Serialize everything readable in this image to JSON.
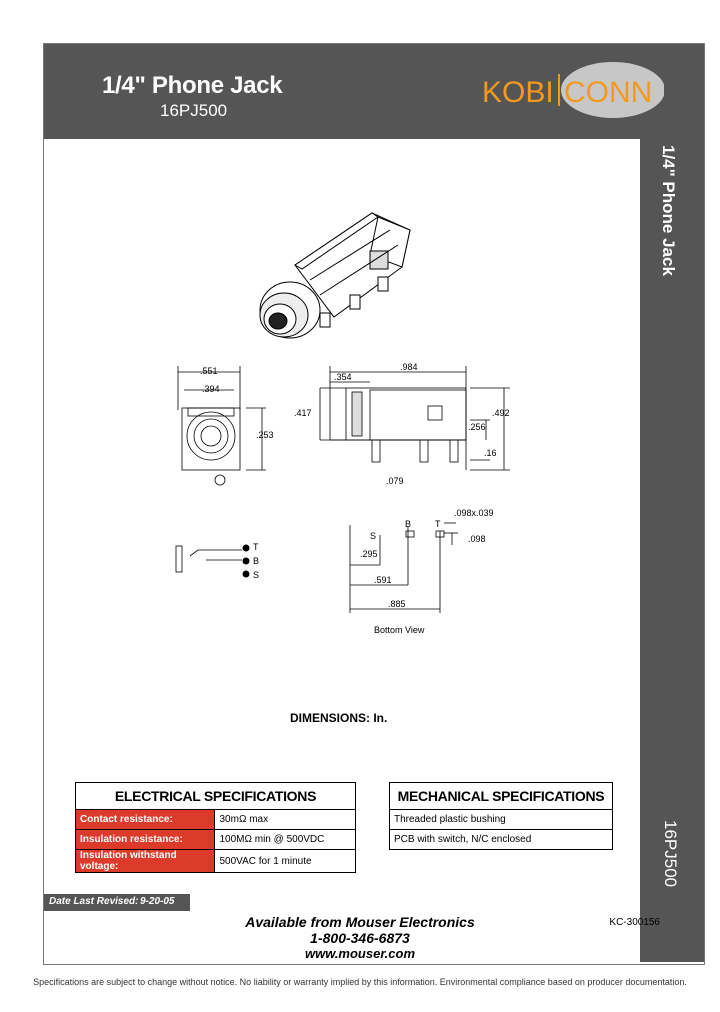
{
  "header": {
    "title": "1/4\" Phone Jack",
    "part_number": "16PJ500",
    "logo_left": "KOBI",
    "logo_right": "CONN"
  },
  "sidebar": {
    "title": "1/4\" Phone Jack",
    "part_number": "16PJ500"
  },
  "drawing": {
    "front_dims": [
      ".551",
      ".394",
      ".253"
    ],
    "side_dims": [
      ".984",
      ".354",
      ".417",
      ".492",
      ".256",
      ".16",
      ".079"
    ],
    "schematic_labels": [
      "T",
      "B",
      "S"
    ],
    "bottom_dims": [
      ".098x.039",
      ".098",
      ".295",
      ".591",
      ".885"
    ],
    "bottom_labels": [
      "S",
      "B",
      "T"
    ],
    "bottom_caption": "Bottom View",
    "dimensions_label": "DIMENSIONS: In."
  },
  "electrical": {
    "title": "ELECTRICAL SPECIFICATIONS",
    "rows": [
      {
        "label": "Contact resistance:",
        "value": "30mΩ max"
      },
      {
        "label": "Insulation resistance:",
        "value": "100MΩ min @ 500VDC"
      },
      {
        "label": "Insulation withstand voltage:",
        "value": "500VAC for 1 minute"
      }
    ]
  },
  "mechanical": {
    "title": "MECHANICAL SPECIFICATIONS",
    "rows": [
      "Threaded plastic bushing",
      "PCB with switch, N/C enclosed"
    ]
  },
  "footer": {
    "revised_label": "Date Last Revised:",
    "revised_date": "9-20-05",
    "mouser_line1": "Available from Mouser Electronics",
    "mouser_line2": "1-800-346-6873",
    "mouser_line3": "www.mouser.com",
    "doc_number": "KC-300156",
    "disclaimer": "Specifications are subject to change without notice. No liability or warranty implied by this information. Environmental compliance based on producer documentation."
  },
  "colors": {
    "header_gray": "#555555",
    "logo_orange": "#f39a1e",
    "logo_oval": "#c7c7c7",
    "label_red": "#dc3a2a"
  }
}
